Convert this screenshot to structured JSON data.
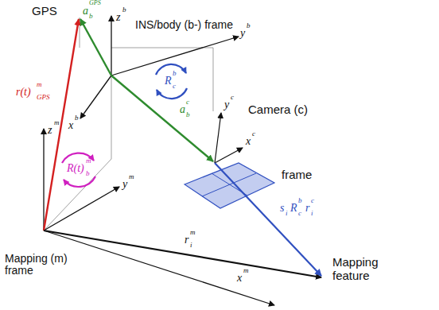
{
  "diagram": {
    "labels": [
      "GPS",
      "a",
      "b",
      "GPS",
      "z",
      "b",
      "INS/body (b-) frame",
      "y",
      "b",
      "x",
      "b",
      "r(t)",
      "GPS",
      "m",
      "R(t)",
      "b",
      "m",
      "R",
      "c",
      "b",
      "a",
      "b",
      "c",
      "y",
      "c",
      "x",
      "c",
      "Camera (c)",
      "frame",
      "z",
      "m",
      "y",
      "m",
      "x",
      "m",
      "Mapping (m) frame",
      "r",
      "i",
      "m",
      "s",
      "i",
      "R",
      "c",
      "b",
      "r",
      "i",
      "c",
      "Mapping feature"
    ]
  }
}
